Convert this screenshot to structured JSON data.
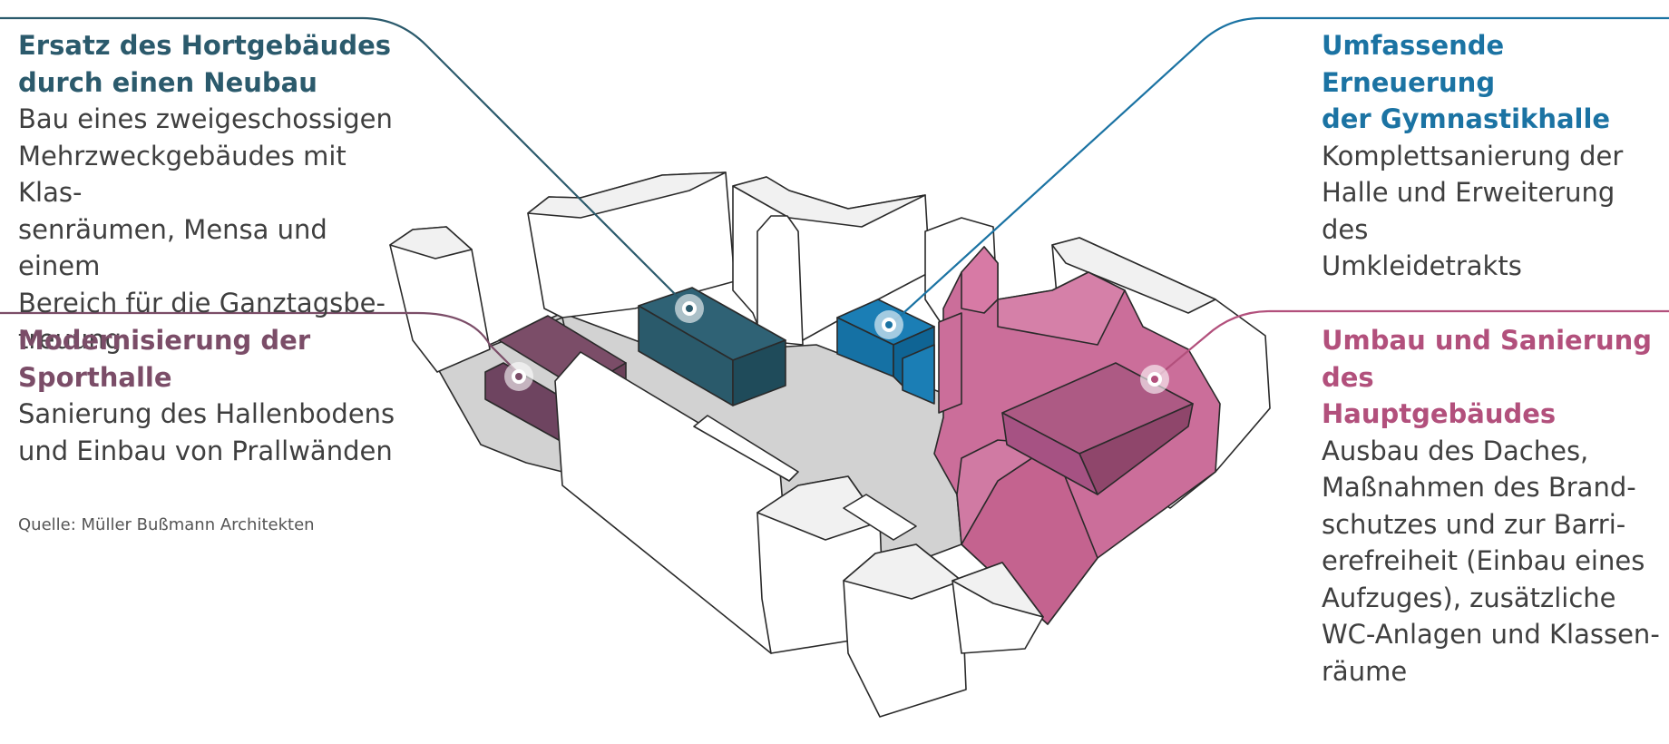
{
  "annotations": {
    "hort": {
      "title_1": "Ersatz des Hortgebäudes",
      "title_2": "durch einen Neubau",
      "body": [
        "Bau eines zweigeschossigen",
        "Mehrzweckgebäudes mit Klas-",
        "senräumen, Mensa und einem",
        "Bereich für die Ganztagsbe-",
        "treuung"
      ],
      "color": "#2b5a6c"
    },
    "sport": {
      "title_1": "Modernisierung der",
      "title_2": "Sporthalle",
      "body": [
        "Sanierung des Hallenbodens",
        "und Einbau von Prallwänden"
      ],
      "color": "#7b4d68"
    },
    "gym": {
      "title_1": "Umfassende Erneuerung",
      "title_2": "der Gymnastikhalle",
      "body": [
        "Komplettsanierung der",
        "Halle und Erweiterung des",
        "Umkleidetrakts"
      ],
      "color": "#1b73a3"
    },
    "haupt": {
      "title_1": "Umbau und Sanierung des",
      "title_2": "Hauptgebäudes",
      "body": [
        "Ausbau des Daches,",
        "Maßnahmen des Brand-",
        "schutzes und zur Barri-",
        "erefreiheit (Einbau eines",
        "Aufzuges), zusätzliche",
        "WC-Anlagen und Klassen-",
        "räume"
      ],
      "color": "#b2507c"
    }
  },
  "source": "Quelle: Müller Bußmann Architekten"
}
